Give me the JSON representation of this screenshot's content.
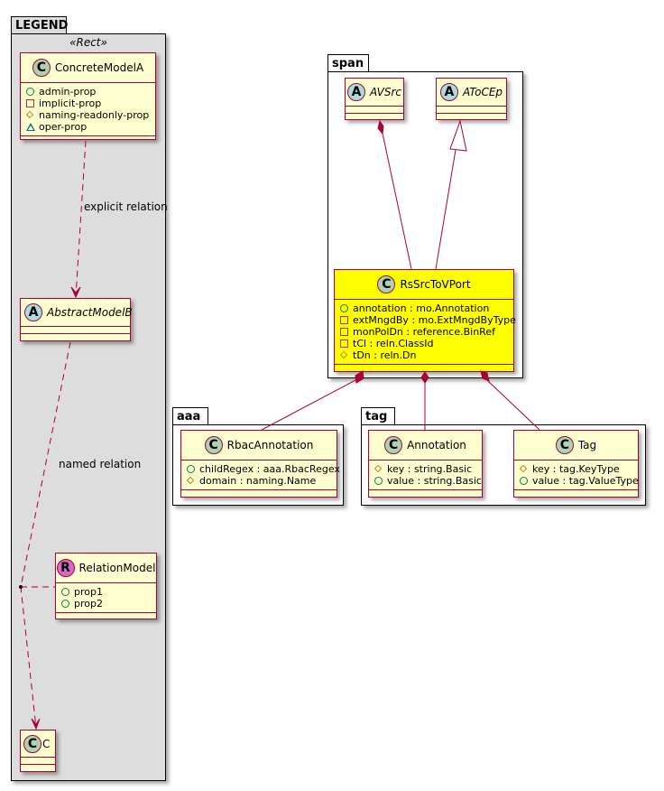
{
  "packages": {
    "legend": {
      "name": "LEGEND",
      "stereotype": "«Rect»",
      "classes": {
        "concrete_model_a": {
          "type": "class",
          "badge": "C",
          "name": "ConcreteModelA",
          "attributes": [
            {
              "visibility": "public",
              "text": "admin-prop"
            },
            {
              "visibility": "private",
              "text": "implicit-prop"
            },
            {
              "visibility": "protected",
              "text": "naming-readonly-prop"
            },
            {
              "visibility": "package",
              "text": "oper-prop"
            }
          ]
        },
        "abstract_model_b": {
          "type": "abstract",
          "badge": "A",
          "name": "AbstractModelB",
          "attributes": []
        },
        "relation_model": {
          "type": "relation",
          "badge": "R",
          "name": "RelationModel",
          "attributes": [
            {
              "visibility": "public",
              "text": "prop1"
            },
            {
              "visibility": "public",
              "text": "prop2"
            }
          ]
        },
        "c": {
          "type": "class",
          "badge": "C",
          "name": "C",
          "attributes": []
        }
      },
      "relations": {
        "explicit": "explicit relation",
        "named": "named relation"
      }
    },
    "span": {
      "name": "span",
      "classes": {
        "avsrc": {
          "type": "abstract",
          "badge": "A",
          "name": "AVSrc"
        },
        "atocep": {
          "type": "abstract",
          "badge": "A",
          "name": "AToCEp"
        },
        "rssrctovport": {
          "type": "class",
          "badge": "C",
          "name": "RsSrcToVPort",
          "highlight": "#ffff00",
          "attributes": [
            {
              "visibility": "public",
              "text": "annotation : mo.Annotation"
            },
            {
              "visibility": "private",
              "text": "extMngdBy : mo.ExtMngdByType"
            },
            {
              "visibility": "private",
              "text": "monPolDn : reference.BinRef"
            },
            {
              "visibility": "private",
              "text": "tCl : reln.ClassId"
            },
            {
              "visibility": "protected",
              "text": "tDn : reln.Dn"
            }
          ]
        }
      }
    },
    "aaa": {
      "name": "aaa",
      "classes": {
        "rbac_annotation": {
          "type": "class",
          "badge": "C",
          "name": "RbacAnnotation",
          "attributes": [
            {
              "visibility": "public",
              "text": "childRegex : aaa.RbacRegex"
            },
            {
              "visibility": "protected",
              "text": "domain : naming.Name"
            }
          ]
        }
      }
    },
    "tag": {
      "name": "tag",
      "classes": {
        "annotation": {
          "type": "class",
          "badge": "C",
          "name": "Annotation",
          "attributes": [
            {
              "visibility": "protected",
              "text": "key : string.Basic"
            },
            {
              "visibility": "public",
              "text": "value : string.Basic"
            }
          ]
        },
        "tag": {
          "type": "class",
          "badge": "C",
          "name": "Tag",
          "attributes": [
            {
              "visibility": "protected",
              "text": "key : tag.KeyType"
            },
            {
              "visibility": "public",
              "text": "value : tag.ValueType"
            }
          ]
        }
      }
    }
  },
  "colors": {
    "class_fill": "#fefece",
    "class_border": "#a80036",
    "highlight_fill": "#ffff00",
    "legend_fill": "#dddddd",
    "edge": "#a80036"
  }
}
